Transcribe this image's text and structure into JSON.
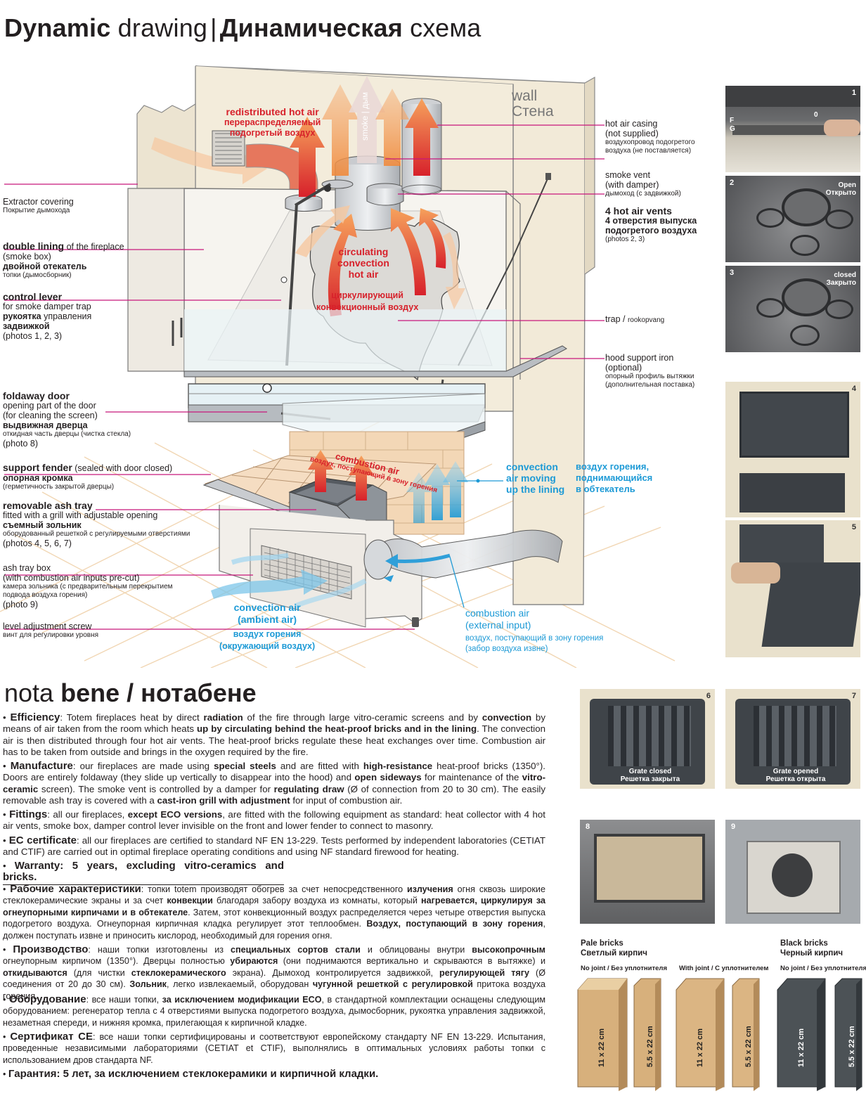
{
  "title": {
    "en_bold": "Dynamic",
    "en_thin": "drawing",
    "sep": "|",
    "ru_bold": "Динамическая",
    "ru_thin": "схема"
  },
  "diagram": {
    "wall_en": "wall",
    "wall_ru": "Стена",
    "redistributed_en": "redistributed hot air",
    "redistributed_ru1": "перераспределяемый",
    "redistributed_ru2": "подогретый воздух",
    "smoke": "smoke | дым",
    "circulating_en1": "circulating",
    "circulating_en2": "convection",
    "circulating_en3": "hot air",
    "circulating_ru1": "циркулирующий",
    "circulating_ru2": "конвекционный воздух",
    "combustion_en": "combustion air",
    "combustion_ru": "воздух, поступающий в зону горения",
    "convection_en1": "convection",
    "convection_en2": "air moving",
    "convection_en3": "up the lining",
    "convection_ru1": "воздух горения,",
    "convection_ru2": "поднимающийся",
    "convection_ru3": "в обтекатель",
    "conv_ambient_en1": "convection air",
    "conv_ambient_en2": "(ambient air)",
    "conv_ambient_ru1": "воздух горения",
    "conv_ambient_ru2": "(окружающий воздух)",
    "comb_ext_en1": "combustion air",
    "comb_ext_en2": "(external input)",
    "comb_ext_ru1": "воздух, поступающий в зону горения",
    "comb_ext_ru2": "(забор воздуха извне)"
  },
  "left_labels": {
    "extractor_en": "Extractor covering",
    "extractor_ru": "Покрытие дымохода",
    "double_en_b": "double lining",
    "double_en": " of the fireplace",
    "double_en2": "(smoke box)",
    "double_ru_b": "двойной отекатель",
    "double_ru": "топки (дымосборник)",
    "control_en_b": "control lever",
    "control_en": "for smoke damper trap",
    "control_ru_b": "рукоятка",
    "control_ru": " управления",
    "control_ru2": "задвижкой",
    "control_photos": "(photos 1, 2, 3)",
    "fold_en_b": "foldaway door",
    "fold_en": "opening part of the door",
    "fold_en2": "(for cleaning the screen)",
    "fold_ru_b": "выдвижная дверца",
    "fold_ru": "откидная часть дверцы (чистка стекла)",
    "fold_photo": "(photo 8)",
    "support_en_b": "support fender",
    "support_en": " (sealed with door closed)",
    "support_ru_b": "опорная кромка",
    "support_ru": "(герметичность закрытой дверцы)",
    "ash_en_b": "removable ash tray",
    "ash_en": "fitted with a grill with adjustable opening",
    "ash_ru_b": "съемный зольник",
    "ash_ru": "оборудованный решеткой с регулируемыми отверстиями",
    "ash_photos": "(photos 4, 5, 6, 7)",
    "box_en": "ash tray box",
    "box_en2": "(with combustion air inputs pre-cut)",
    "box_ru": "камера зольника (с предварительным перекрытием",
    "box_ru2": "подвода воздуха горения)",
    "box_photo": "(photo 9)",
    "level_en": "level adjustment screw",
    "level_ru": "винт для регулировки уровня"
  },
  "right_labels": {
    "casing_en": "hot air casing",
    "casing_en2": "(not supplied)",
    "casing_ru": "воздухопровод подогретого",
    "casing_ru2": "воздуха (не поставляется)",
    "vent_en": "smoke vent",
    "vent_en2": "(with damper)",
    "vent_ru": "дымоход (с задвижкой)",
    "hot_en": "4 hot air vents",
    "hot_ru": "4 отверстия выпуска",
    "hot_ru2": "подогретого воздуха",
    "hot_photos": "(photos 2, 3)",
    "trap": "trap / ",
    "trap_small": "rookopvang",
    "hood_en": "hood support iron",
    "hood_en2": "(optional)",
    "hood_ru": "опорный профиль вытяжки",
    "hood_ru2": "(дополнительная поставка)"
  },
  "photos": {
    "p1": "1",
    "p1_f": "F",
    "p1_g": "G",
    "p1_o": "0",
    "p2": "2",
    "p2_cap1": "Open",
    "p2_cap2": "Открыто",
    "p3": "3",
    "p3_cap1": "closed",
    "p3_cap2": "Закрыто",
    "p4": "4",
    "p5": "5",
    "p6": "6",
    "p6_cap1": "Grate closed",
    "p6_cap2": "Решетка закрыта",
    "p7": "7",
    "p7_cap1": "Grate opened",
    "p7_cap2": "Решетка открыта",
    "p8": "8",
    "p9": "9"
  },
  "bricks": {
    "pale_en": "Pale bricks",
    "pale_ru": "Светлый кирпич",
    "black_en": "Black bricks",
    "black_ru": "Черный кирпич",
    "nojoint": "No joint / Без уплотнителя",
    "withjoint": "With joint / С уплотнителем",
    "nojoint2": "No joint / Без уплотнителя",
    "size_big": "11 x 22 cm",
    "size_small": "5.5 x 22 cm"
  },
  "nota": {
    "thin": "nota",
    "bold": "bene / нотабене"
  },
  "colors": {
    "magenta": "#c8177b",
    "red": "#d7212b",
    "blue": "#1d9ad6",
    "orange": "#f08a3c",
    "wall": "#f2ead8"
  }
}
